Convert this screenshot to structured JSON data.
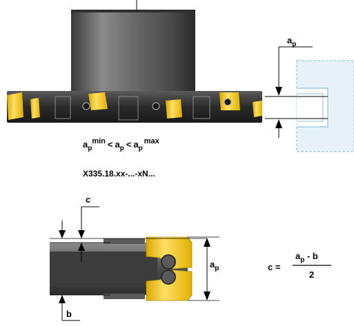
{
  "top_view": {
    "symbol_a": "a",
    "symbol_p": "p",
    "inequality": {
      "a1": "a",
      "p1": "p",
      "min": "min",
      "lt1": "<",
      "a2": "a",
      "p2": "p",
      "lt2": "<",
      "a3": "a",
      "p3": "p",
      "max": "max"
    },
    "part_code": "X335.18.xx-...-xN..."
  },
  "bottom_view": {
    "c_label": "c",
    "b_label": "b",
    "ap_label_a": "a",
    "ap_label_p": "p",
    "formula": {
      "lhs": "c =",
      "numerator": "a",
      "numerator_sub": "p",
      "numerator_rest": " - b",
      "denominator": "2"
    }
  },
  "colors": {
    "steel_dark": "#2f2f2f",
    "steel_mid": "#6e6e6e",
    "steel_light": "#9b9b9b",
    "insert_gold": "#f2cc33",
    "workpiece_fill": "#e6f2f8",
    "workpiece_line": "#8fbfd6"
  },
  "icons": [
    "milling-cutter-body",
    "cutting-insert",
    "workpiece-slot"
  ]
}
